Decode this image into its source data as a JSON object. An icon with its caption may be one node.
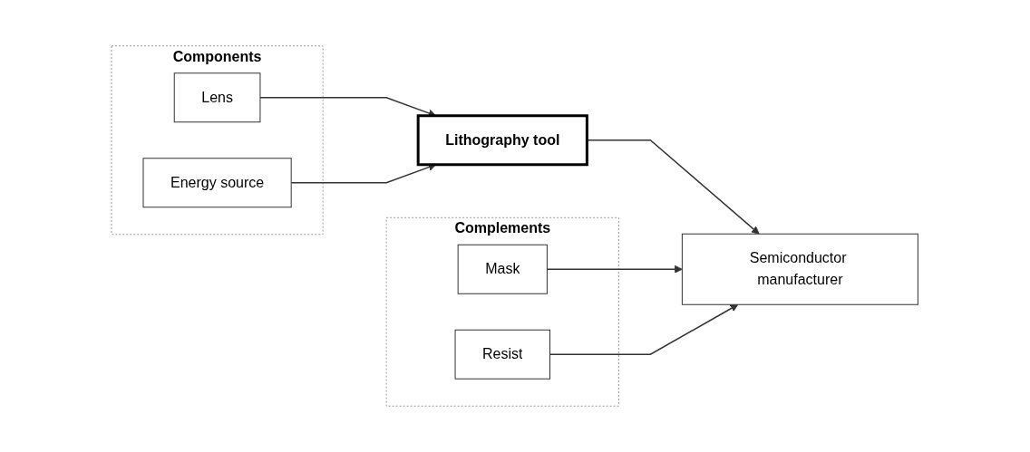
{
  "diagram": {
    "nodes": [
      {
        "text": [
          "Components"
        ]
      },
      {
        "text": [
          "Lens"
        ],
        "in": 0
      },
      {
        "text": [
          "Energy source"
        ],
        "in": 0
      },
      {
        "text": [
          "Lithography tool"
        ]
      },
      {
        "text": [
          "Complements"
        ]
      },
      {
        "text": [
          "Mask"
        ],
        "in": 4
      },
      {
        "text": [
          "Resist"
        ],
        "in": 4
      },
      {
        "text": [
          "Semiconductor manufacturer"
        ]
      }
    ],
    "edges": [
      {
        "from": 1,
        "to": 3,
        "arrow": "to"
      },
      {
        "from": 2,
        "to": 3,
        "arrow": "to"
      },
      {
        "from": 3,
        "to": 7,
        "arrow": "to"
      },
      {
        "from": 5,
        "to": 7,
        "arrow": "to"
      },
      {
        "from": 6,
        "to": 7,
        "arrow": "to"
      }
    ]
  }
}
